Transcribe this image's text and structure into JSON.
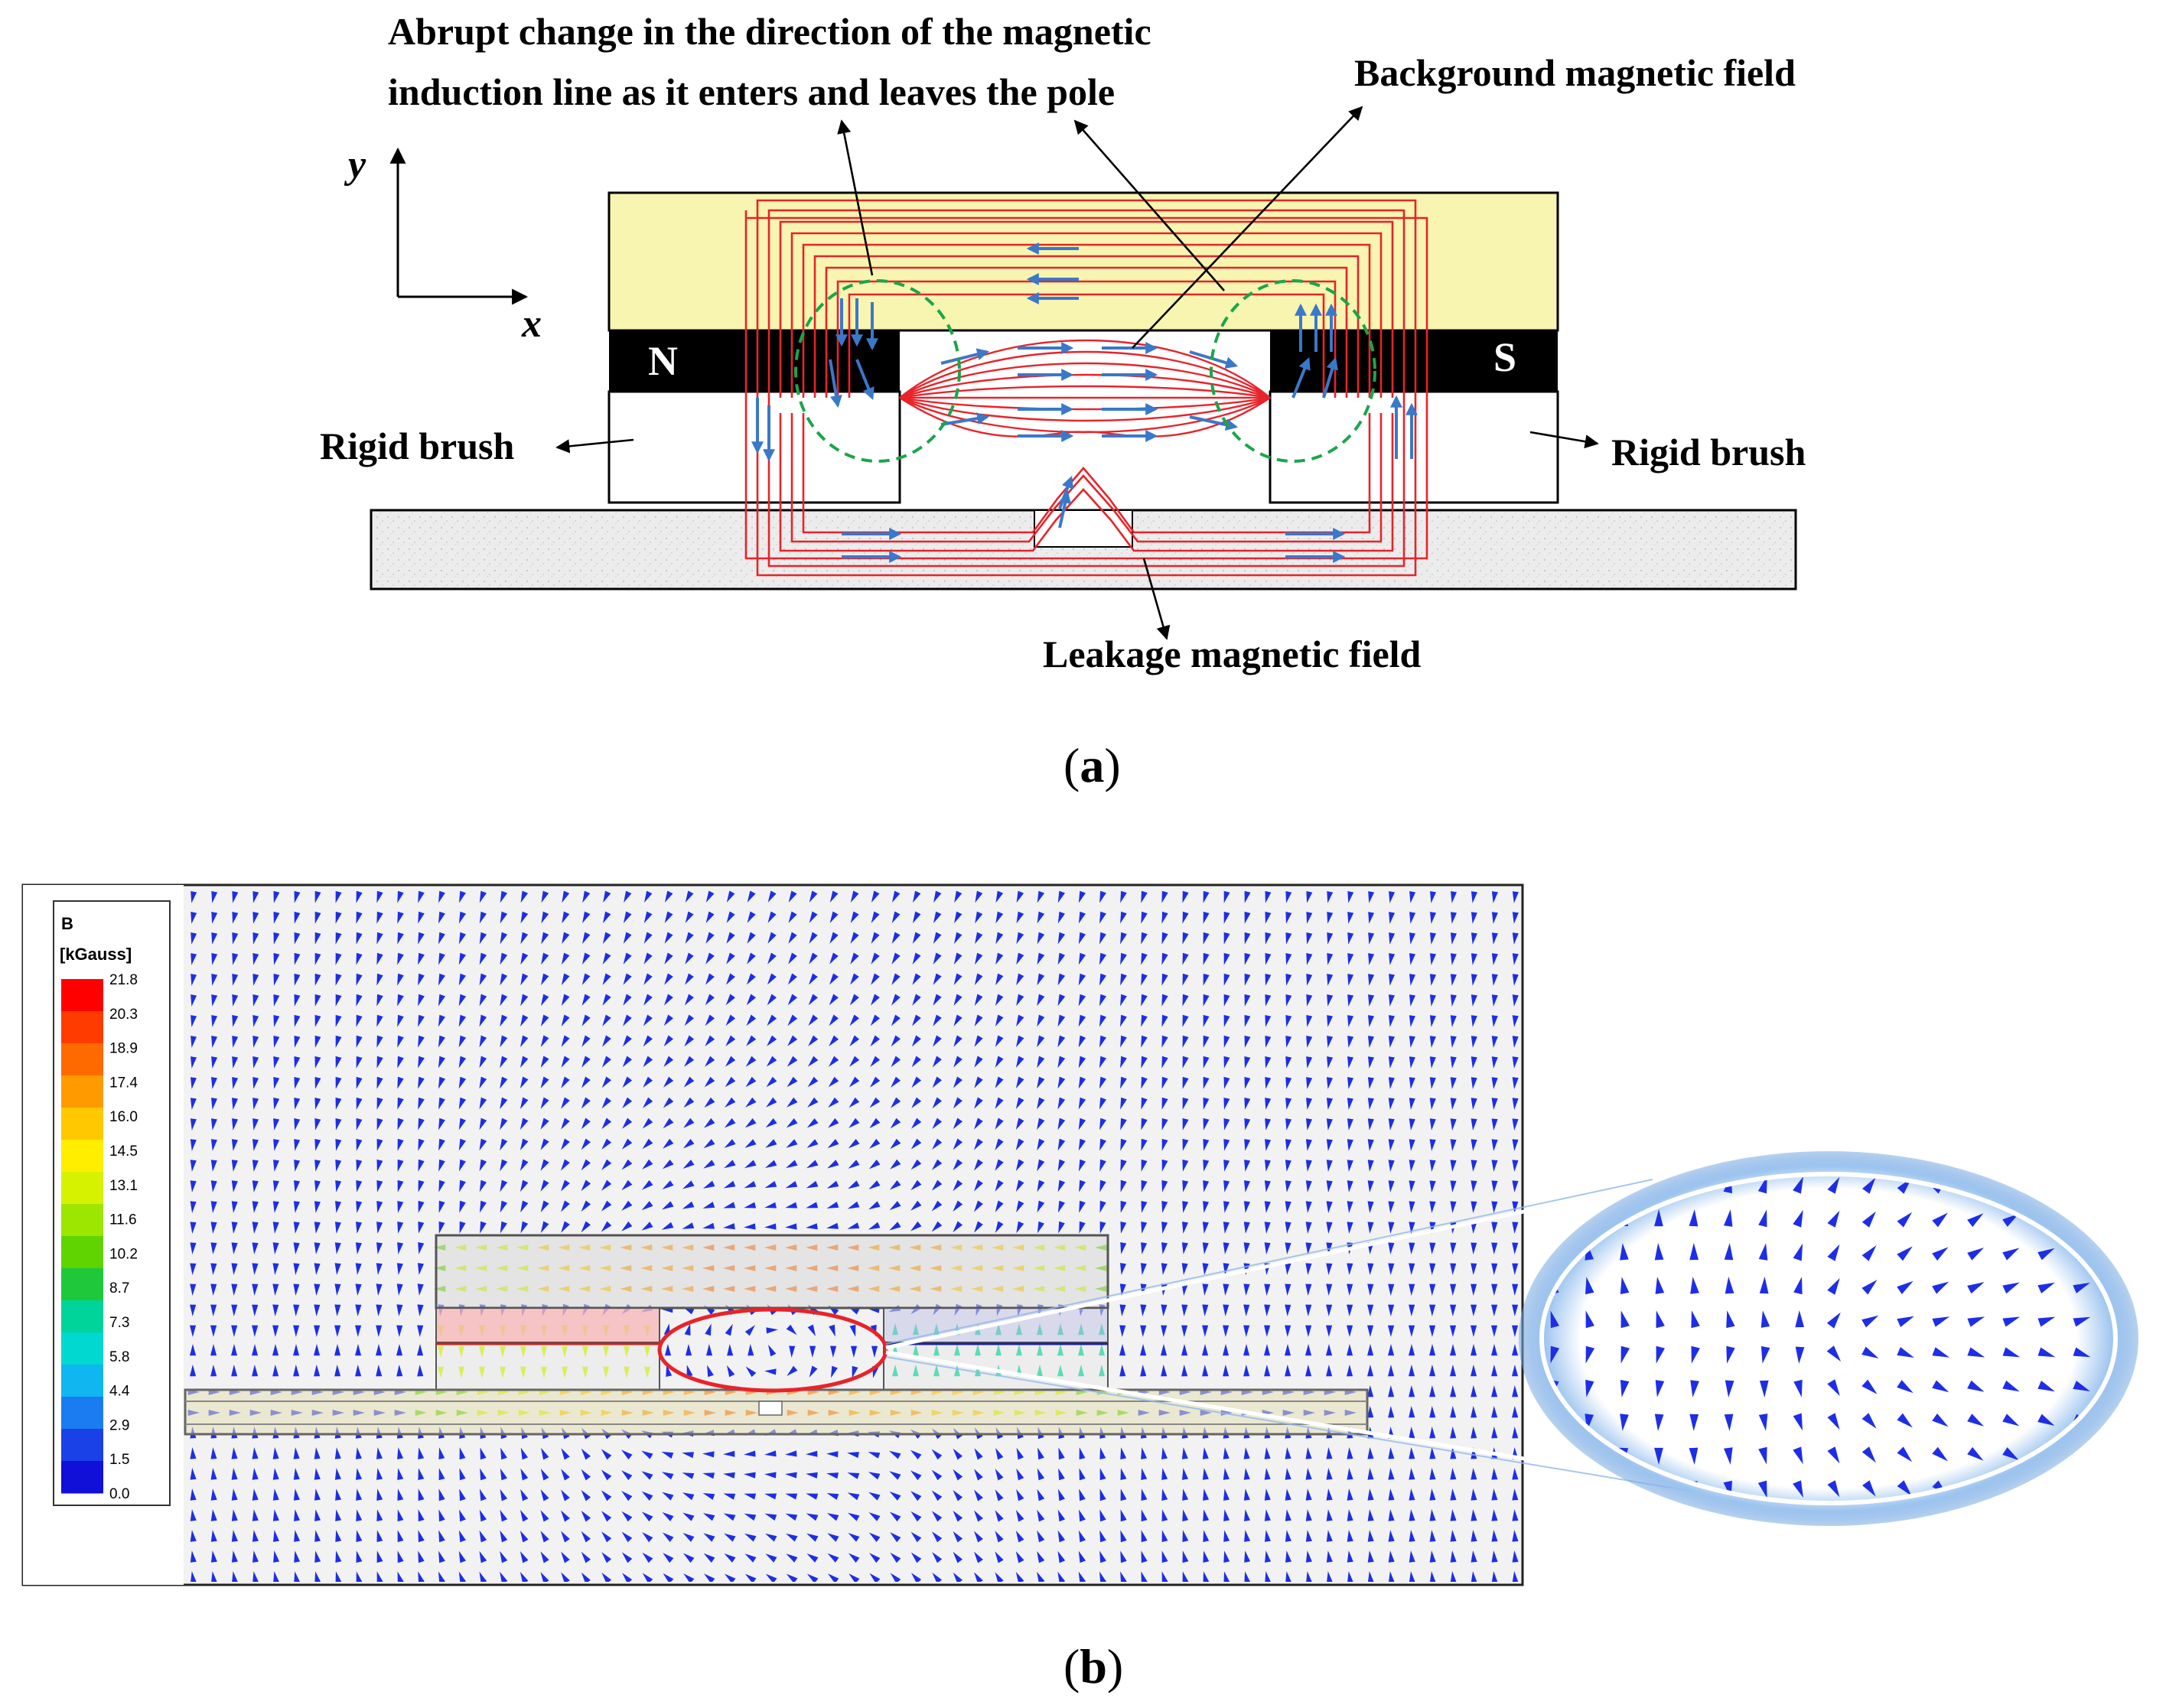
{
  "panel_a": {
    "annotation_abrupt_line1": "Abrupt change in the direction of the magnetic",
    "annotation_abrupt_line2": "induction line as it enters and leaves the pole",
    "annotation_background": "Background magnetic field",
    "annotation_leakage": "Leakage magnetic field",
    "label_rigid_brush_left": "Rigid brush",
    "label_rigid_brush_right": "Rigid brush",
    "pole_north": "N",
    "pole_south": "S",
    "axis_y": "y",
    "axis_x": "x",
    "caption_open": "(",
    "caption_letter": "a",
    "caption_close": ")",
    "colors": {
      "yoke": "#f7f5b0",
      "magnet": "#000000",
      "field_line": "#e8232a",
      "arrow": "#3a78c9",
      "highlight_circle": "#1aa64a",
      "specimen": "#e8e8e8"
    }
  },
  "panel_b": {
    "legend_title": "B",
    "legend_unit": "[kGauss]",
    "legend_ticks": [
      "21.8",
      "20.3",
      "18.9",
      "17.4",
      "16.0",
      "14.5",
      "13.1",
      "11.6",
      "10.2",
      "8.7",
      "7.3",
      "5.8",
      "4.4",
      "2.9",
      "1.5",
      "0.0"
    ],
    "legend_colors": [
      "#ff0000",
      "#ff3b00",
      "#ff6a00",
      "#ff9a00",
      "#ffc800",
      "#ffee00",
      "#d6f200",
      "#9ce600",
      "#5fd400",
      "#1fc83a",
      "#00d49a",
      "#00d8d0",
      "#10b6f0",
      "#1a7cf0",
      "#1a40e8",
      "#1010d8"
    ],
    "caption_open": "(",
    "caption_letter": "b",
    "caption_close": ")",
    "colors": {
      "vector": "#1e2ee6",
      "zoom_ring": "#ffffff",
      "zoom_glow": "#7fb0e8",
      "region_outline": "#e8232a"
    }
  }
}
